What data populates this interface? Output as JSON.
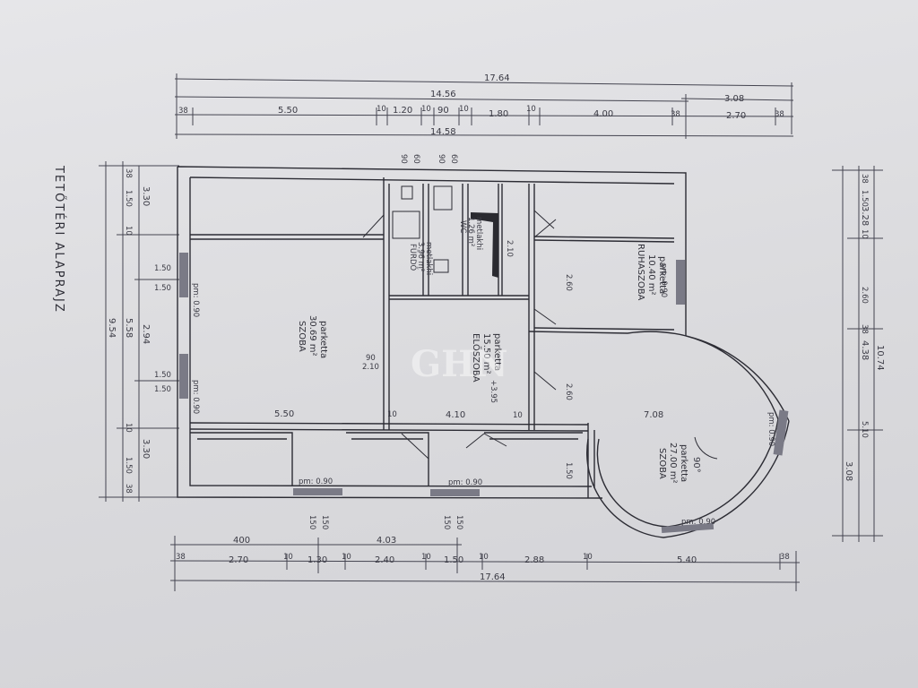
{
  "title": "TETŐTÉRI ALAPRAJZ",
  "watermark": "GHN",
  "colors": {
    "paper": "#e2e2e5",
    "ink": "#3a3a44"
  },
  "top_dims": {
    "overall": "17.64",
    "partial": "14.56",
    "partial_right": "3.08",
    "below": "14.58",
    "segments": [
      "38",
      "5.50",
      "10",
      "1.20",
      "10",
      "90",
      "10",
      "1.80",
      "10",
      "4.00",
      "38",
      "2.70",
      "38"
    ],
    "door_marks": [
      "90",
      "60",
      "90",
      "60"
    ]
  },
  "bottom_dims": {
    "overall": "17.64",
    "group_a": "400",
    "group_b": "4.03",
    "segments": [
      "38",
      "2.70",
      "10",
      "1.30",
      "10",
      "2.40",
      "10",
      "1.50",
      "10",
      "2.88",
      "10",
      "5.40",
      "38"
    ],
    "window_marks": [
      "150",
      "150",
      "150",
      "150"
    ]
  },
  "left_dims": {
    "total": "9.54",
    "mid_a": "3.30",
    "mid_b": "2.94",
    "mid_c": "3.30",
    "mid_d": "5.58",
    "segments": [
      "38",
      "1.50",
      "10",
      "1.50",
      "1.50",
      "1.50",
      "1.50",
      "10",
      "1.50",
      "38"
    ]
  },
  "right_dims": {
    "total": "10.74",
    "mid_a": "3.28",
    "mid_b": "4.38",
    "mid_c": "3.08",
    "segments": [
      "38",
      "1.50",
      "10",
      "2.60",
      "38",
      "5.10"
    ]
  },
  "rooms": {
    "szoba_left": {
      "name": "SZOBA",
      "area": "30.69 m²",
      "floor": "parketta"
    },
    "eloszoba": {
      "name": "ELŐSZOBA",
      "area": "15.50 m²",
      "floor": "parketta"
    },
    "ruhaszoba": {
      "name": "RUHASZOBA",
      "area": "10.40 m²",
      "floor": "parketta"
    },
    "szoba_right": {
      "name": "SZOBA",
      "area": "27.00 m²",
      "floor": "parketta"
    },
    "wc": {
      "name": "WC",
      "area": "1.26 m²",
      "floor": "metlakhi"
    },
    "furdo": {
      "name": "FÜRDŐ",
      "area": "3.96 m²",
      "floor": "metlakhi"
    }
  },
  "inner_labels": {
    "openings": [
      "pm: 0.90",
      "pm: 0.90",
      "pm: 0.90",
      "pm: 0.90",
      "pm: 0.90",
      "pm: 0.90",
      "pm: 0.90"
    ],
    "door_90_210": [
      "90",
      "2.10"
    ],
    "corridor": [
      "5.50",
      "10",
      "4.10",
      "10",
      "7.08"
    ],
    "heights": [
      "2.10",
      "2.60",
      "2.60",
      "1.50"
    ],
    "angle": "90°",
    "level": "+3.95"
  }
}
